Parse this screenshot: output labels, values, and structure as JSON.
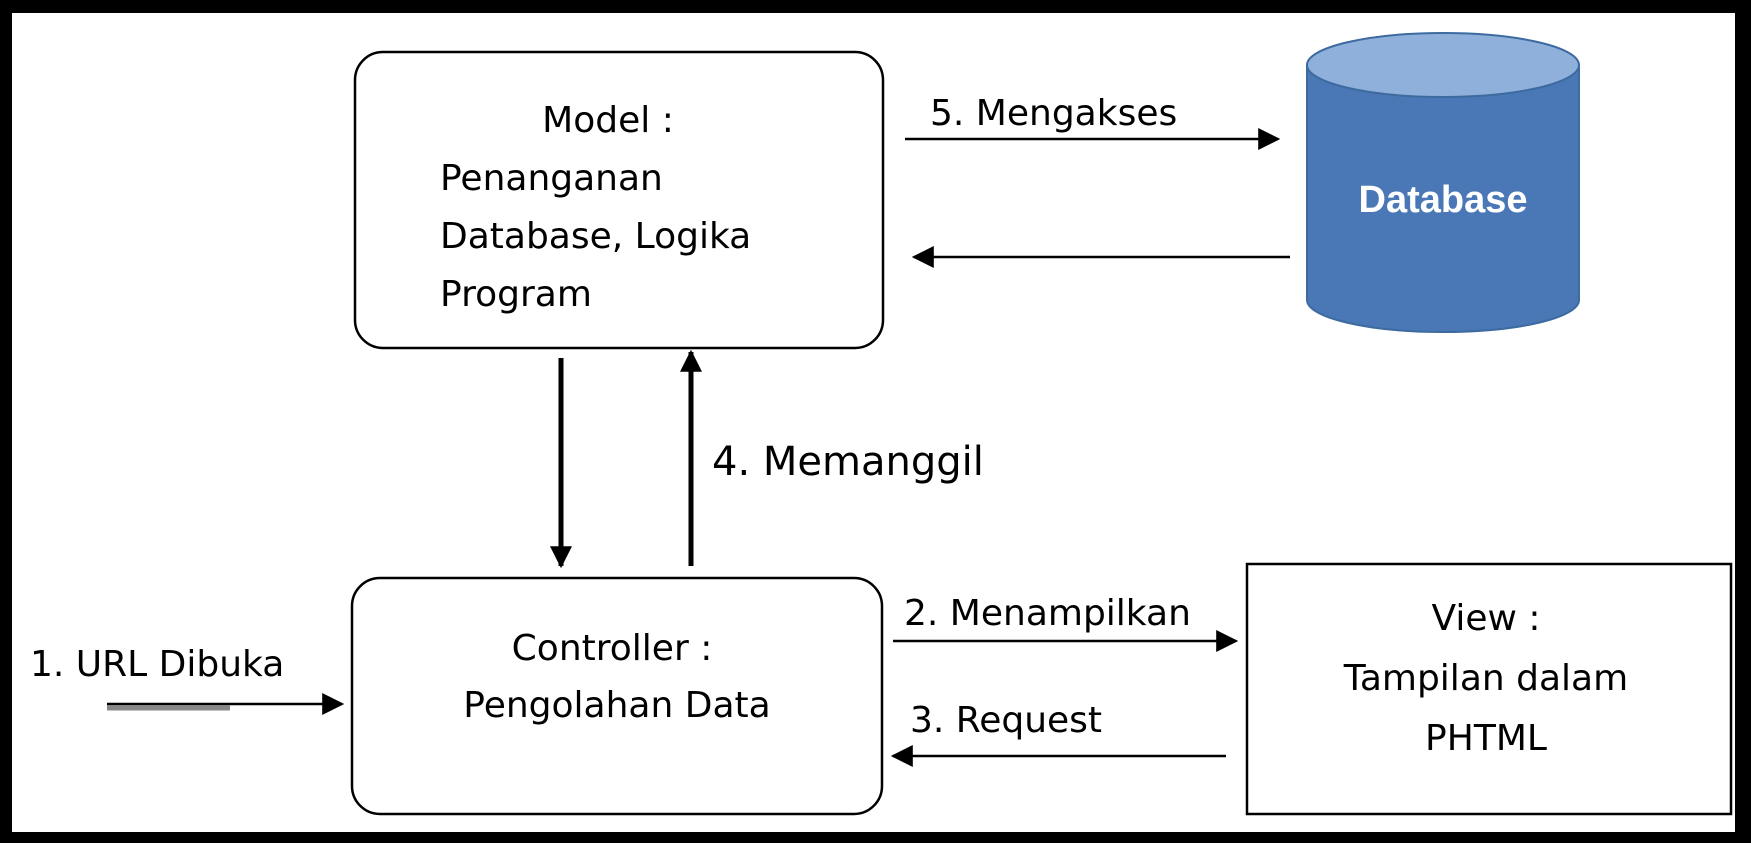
{
  "model": {
    "lines": [
      "Model :",
      "Penanganan",
      "Database, Logika",
      "Program"
    ]
  },
  "controller": {
    "lines": [
      "Controller :",
      "Pengolahan Data"
    ]
  },
  "view": {
    "lines": [
      "View :",
      "Tampilan dalam",
      "PHTML"
    ]
  },
  "database": {
    "label": "Database"
  },
  "steps": {
    "url": "1. URL Dibuka",
    "display": "2. Menampilkan",
    "request": "3. Request",
    "call": "4. Memanggil",
    "access": "5. Mengakses"
  },
  "colors": {
    "database_fill": "#4a78b6",
    "database_top": "#8fb0db",
    "database_stroke": "#3d6a9f",
    "line": "#000000",
    "background": "#ffffff",
    "frame": "#000000"
  }
}
